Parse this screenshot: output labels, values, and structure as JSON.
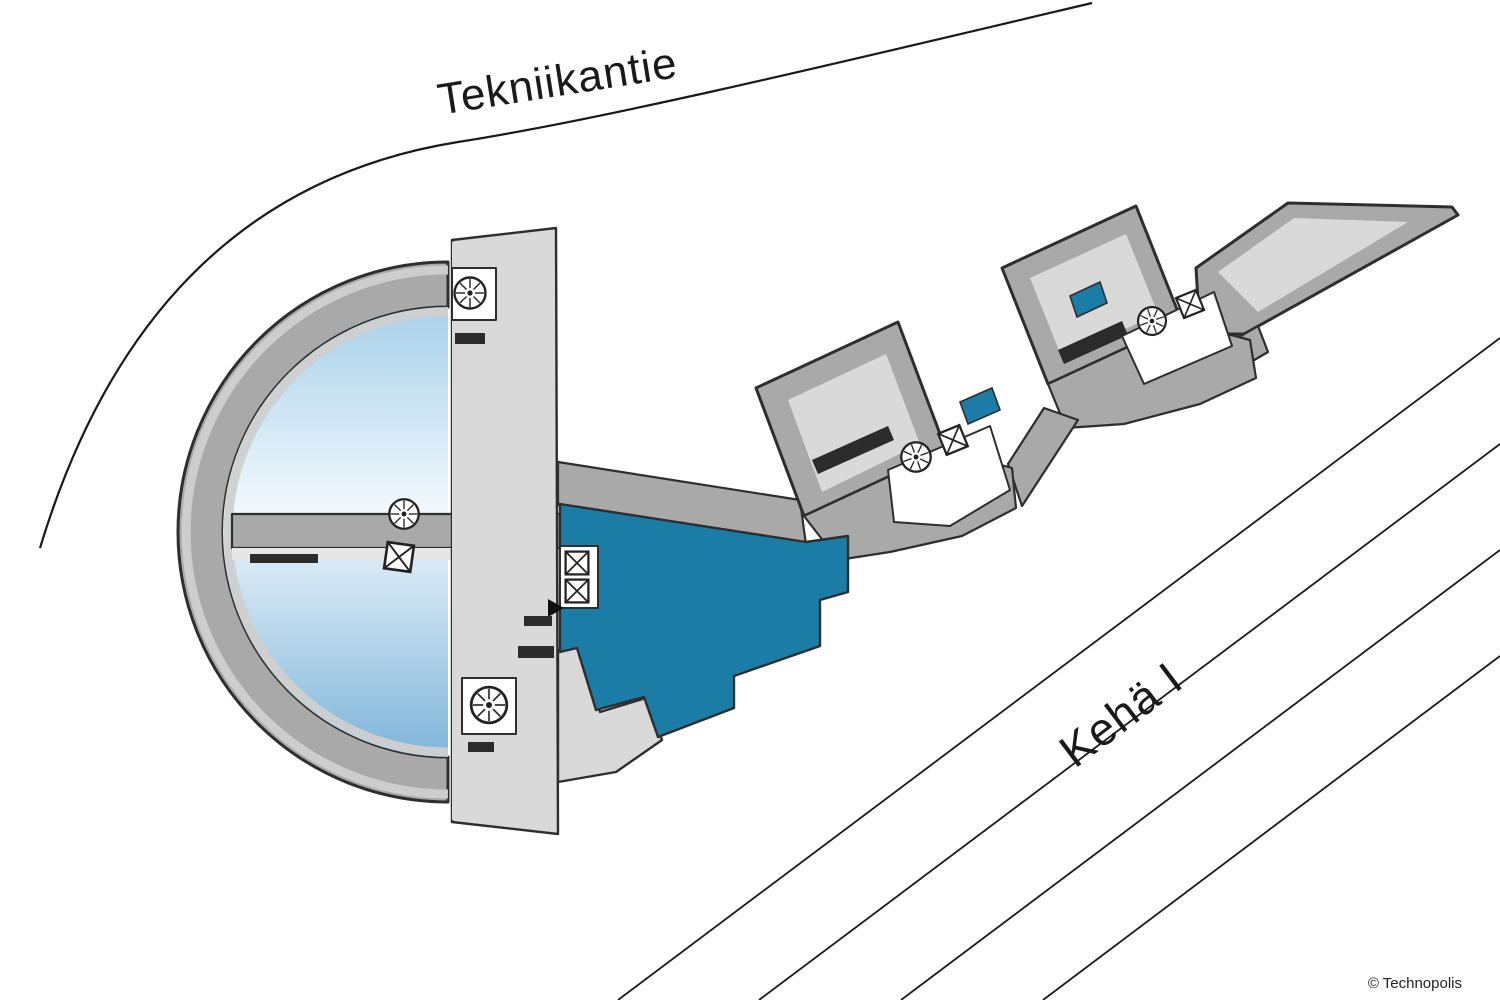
{
  "plan": {
    "roads": {
      "tekniikantie": {
        "label": "Tekniikantie"
      },
      "keha": {
        "label": "Kehä I",
        "lane_count": 4
      }
    },
    "footer": {
      "copyright": "© Technopolis"
    },
    "colors": {
      "highlight": "#1b7ca6",
      "roof": "#a9a9a9",
      "floor": "#d9d9d9",
      "outline": "#2e2e2e",
      "road-line": "#1a1a1a",
      "detail-dark": "#2b2b2b",
      "atrium-top": "#a8d1ea",
      "atrium-mid": "#f1f8fd",
      "atrium-bottom": "#7fb5da"
    },
    "icons": {
      "stairs": "circle-with-radial-steps",
      "elevator": "square-with-x",
      "entrance": "black-triangle-arrow"
    }
  }
}
